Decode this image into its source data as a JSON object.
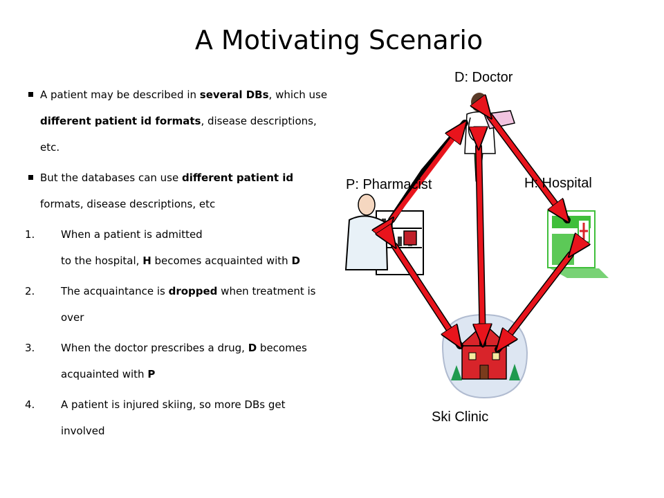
{
  "slide": {
    "title": "A Motivating Scenario",
    "bullets": [
      [
        {
          "t": "A patient may be described in ",
          "b": false
        },
        {
          "t": "several DBs",
          "b": true
        },
        {
          "t": ", which use ",
          "b": false
        },
        {
          "t": "different patient id formats",
          "b": true
        },
        {
          "t": ", disease descriptions, etc.",
          "b": false
        }
      ],
      [
        {
          "t": "But the databases can use ",
          "b": false
        },
        {
          "t": "different patient id",
          "b": true
        },
        {
          "t": " formats, disease descriptions, etc",
          "b": false
        }
      ]
    ],
    "steps": [
      {
        "n": "1.",
        "lines": [
          [
            {
              "t": "When a patient is admitted",
              "b": false
            }
          ],
          [
            {
              "t": "to the hospital, ",
              "b": false
            },
            {
              "t": "H",
              "b": true
            },
            {
              "t": " becomes acquainted with ",
              "b": false
            },
            {
              "t": "D",
              "b": true
            }
          ]
        ]
      },
      {
        "n": "2.",
        "lines": [
          [
            {
              "t": "The acquaintance is ",
              "b": false
            },
            {
              "t": "dropped",
              "b": true
            },
            {
              "t": " when treatment is over",
              "b": false
            }
          ]
        ]
      },
      {
        "n": "3.",
        "lines": [
          [
            {
              "t": "When the doctor prescribes a drug, ",
              "b": false
            },
            {
              "t": "D",
              "b": true
            },
            {
              "t": " becomes acquainted with ",
              "b": false
            },
            {
              "t": "P",
              "b": true
            }
          ]
        ]
      },
      {
        "n": "4.",
        "lines": [
          [
            {
              "t": "A patient is injured skiing, so more DBs get involved",
              "b": false
            }
          ]
        ]
      }
    ]
  },
  "diagram": {
    "doctor_label": "D: Doctor",
    "pharmacist_label": "P: Pharmacist",
    "hospital_label": "H: Hospital",
    "clinic_label": "Ski Clinic",
    "arrow_color": "#e8141c",
    "hospital_color": "#3fbf3a",
    "clinic_color": "#d8242a"
  }
}
